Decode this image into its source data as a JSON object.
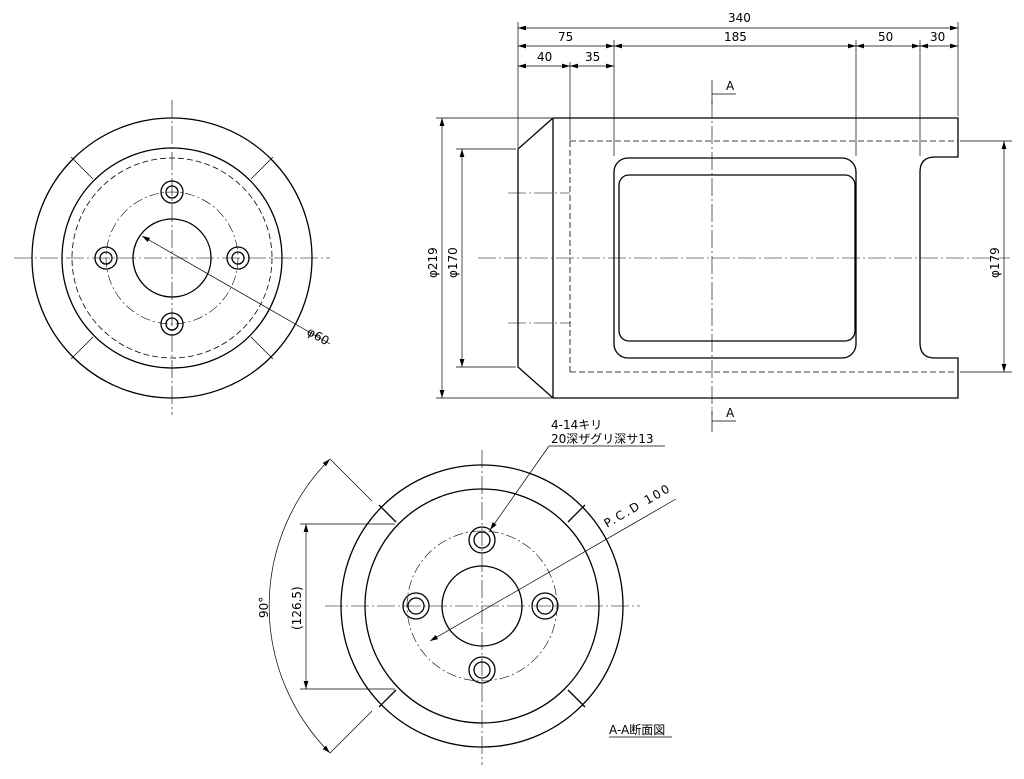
{
  "dimensions": {
    "overall_length": "340",
    "d75": "75",
    "d185": "185",
    "d50": "50",
    "d30": "30",
    "d40": "40",
    "d35": "35",
    "dia219": "φ219",
    "dia170": "φ170",
    "dia179": "φ179",
    "dia60": "φ60",
    "pcd": "P.C.D 100",
    "angle": "90°",
    "ref_126": "(126.5)"
  },
  "notes": {
    "hole_spec_line1": "4-14キリ",
    "hole_spec_line2": "20深ザグリ深サ13",
    "section_mark": "A",
    "section_title": "A-A断面図"
  }
}
